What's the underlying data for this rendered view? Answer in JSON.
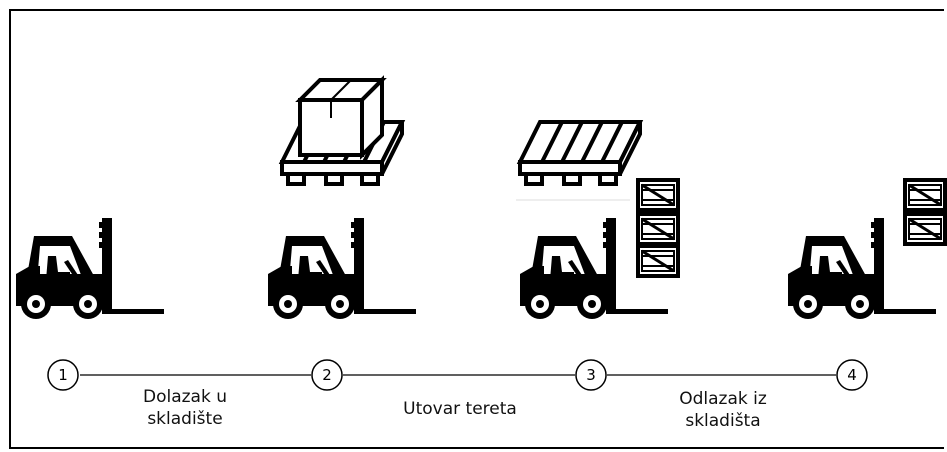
{
  "steps": [
    {
      "number": "1"
    },
    {
      "number": "2"
    },
    {
      "number": "3"
    },
    {
      "number": "4"
    }
  ],
  "phases": [
    {
      "line1": "Dolazak u",
      "line2": "skladište"
    },
    {
      "line1": "Utovar tereta",
      "line2": ""
    },
    {
      "line1": "Odlazak iz",
      "line2": "skladišta"
    }
  ],
  "colors": {
    "ink": "#000000",
    "background": "#ffffff"
  },
  "icons": [
    "forklift-icon",
    "loaded-pallet-icon",
    "empty-pallet-icon",
    "stacked-crates-icon"
  ]
}
